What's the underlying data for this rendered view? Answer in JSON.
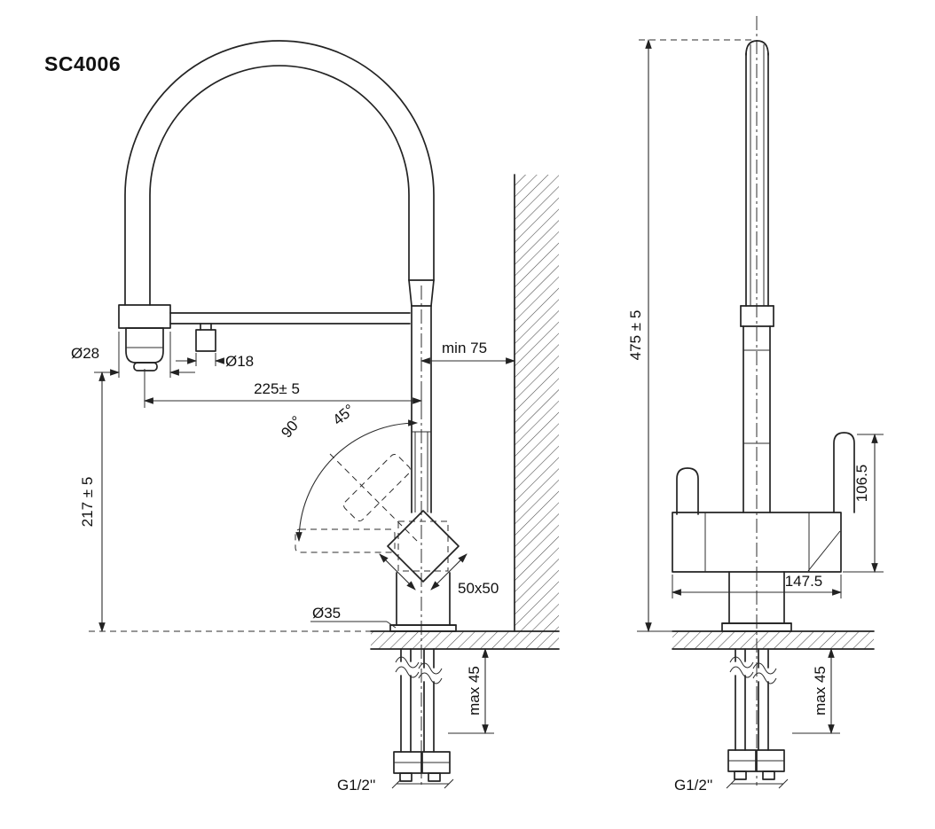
{
  "title": "SC4006",
  "left_view": {
    "dia_spray_head": "Ø28",
    "dia_button": "Ø18",
    "spout_reach": "225± 5",
    "wall_clearance": "min 75",
    "swivel_angle": "90°",
    "half_angle": "45°",
    "spout_height": "217 ± 5",
    "body_section": "50x50",
    "dia_base": "Ø35",
    "deck_thickness": "max 45",
    "thread": "G1/2''"
  },
  "right_view": {
    "total_height": "475 ± 5",
    "handle_offset": "106.5",
    "body_width": "147.5",
    "deck_thickness": "max 45",
    "thread": "G1/2''"
  }
}
